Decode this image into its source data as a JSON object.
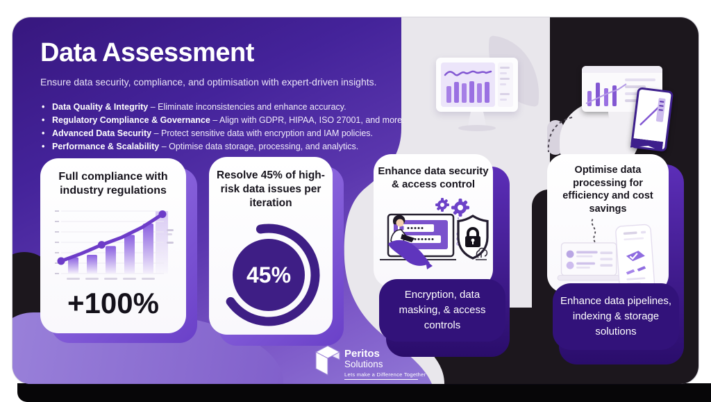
{
  "header": {
    "title": "Data Assessment",
    "subtitle": "Ensure data security, compliance, and optimisation with expert-driven insights.",
    "bullets": [
      {
        "lead": "Data Quality & Integrity",
        "rest": " – Eliminate inconsistencies and enhance accuracy."
      },
      {
        "lead": "Regulatory Compliance & Governance",
        "rest": " – Align with GDPR, HIPAA, ISO 27001, and more."
      },
      {
        "lead": "Advanced Data Security",
        "rest": " – Protect sensitive data with encryption and IAM policies."
      },
      {
        "lead": "Performance & Scalability",
        "rest": " – Optimise data storage, processing, and analytics."
      }
    ]
  },
  "cards": {
    "card1": {
      "title": "Full compliance with industry regulations",
      "metric": "+100%"
    },
    "card2": {
      "title": "Resolve 45% of high-risk data issues per iteration",
      "metric": "45%"
    },
    "card3": {
      "title": "Enhance data security & access control",
      "footer": "Encryption, data masking, & access controls"
    },
    "card4": {
      "title": "Optimise data processing for efficiency and cost savings",
      "footer": "Enhance data pipelines, indexing & storage solutions"
    }
  },
  "logo": {
    "brand_line1": "Peritos",
    "brand_line2": "Solutions",
    "tagline": "Lets make a Difference Together"
  },
  "colors": {
    "header_purple": "#44239a",
    "light_purple": "#8a6fd0",
    "card_shadow_purple": "#6a40c8",
    "deep_purple_footer": "#32127a",
    "donut_purple": "#3e1e85",
    "line_purple": "#6d3cc8",
    "black_blob": "#1c171d",
    "gray_background": "#e9e7ec"
  },
  "chart_data": [
    {
      "type": "bar",
      "title": "Full compliance with industry regulations",
      "categories": [
        "",
        "",
        "",
        "",
        ""
      ],
      "values": [
        26,
        30,
        44,
        62,
        80
      ],
      "trend": [
        20,
        32,
        46,
        58,
        74,
        95
      ],
      "dot_indices": [
        0,
        2,
        5
      ],
      "annotation": "+100%",
      "ylim": [
        0,
        100
      ],
      "grid": true,
      "note": "decorative mini chart, axis tick labels illegible in source"
    },
    {
      "type": "donut",
      "title": "Resolve 45% of high-risk data issues per iteration",
      "value": 45,
      "display": "45%",
      "remainder": 55,
      "color": "#3e1e85",
      "ring_start_deg": -100,
      "ring_sweep_deg": 245
    }
  ]
}
